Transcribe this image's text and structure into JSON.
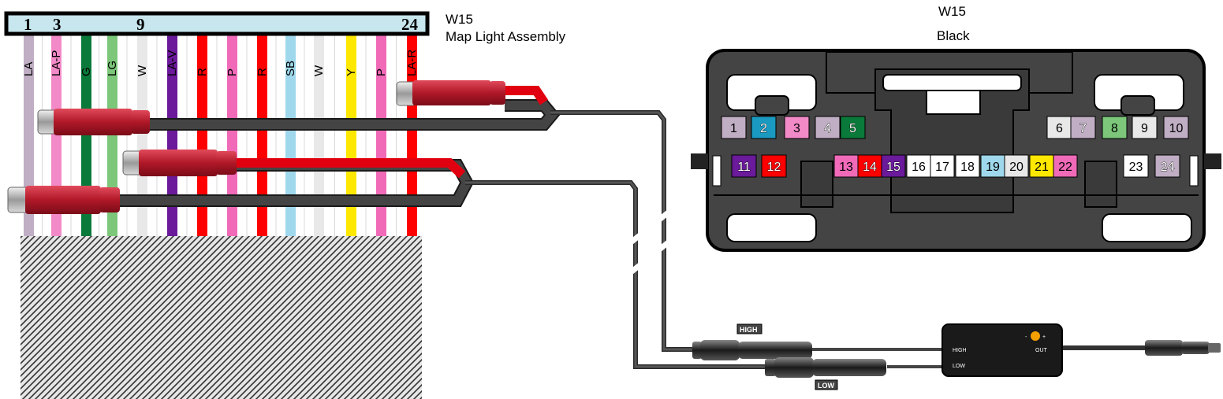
{
  "left_connector": {
    "title": "W15",
    "subtitle": "Map Light Assembly",
    "pin_numbers": [
      "1",
      "3",
      "9",
      "24"
    ],
    "wires": [
      {
        "label": "LA",
        "color": "#c0aec4"
      },
      {
        "label": "LA-P",
        "color": "#f28ac8"
      },
      {
        "label": "G",
        "color": "#0a7a3a"
      },
      {
        "label": "LG",
        "color": "#7cc77a"
      },
      {
        "label": "W",
        "color": "#e8e8e8"
      },
      {
        "label": "LA-V",
        "color": "#6a1a9a"
      },
      {
        "label": "R",
        "color": "#ff0000"
      },
      {
        "label": "P",
        "color": "#f06ab8"
      },
      {
        "label": "R",
        "color": "#ff0000"
      },
      {
        "label": "SB",
        "color": "#9fd8ec"
      },
      {
        "label": "W",
        "color": "#e8e8e8"
      },
      {
        "label": "Y",
        "color": "#ffe800"
      },
      {
        "label": "P",
        "color": "#f06ab8"
      },
      {
        "label": "LA-R",
        "color": "#ff0000"
      }
    ]
  },
  "right_connector": {
    "title": "W15",
    "subtitle": "Black",
    "pins": [
      {
        "n": "1",
        "color": "#c0aec4"
      },
      {
        "n": "2",
        "color": "#1a9ac0"
      },
      {
        "n": "3",
        "color": "#f28ac8"
      },
      {
        "n": "4",
        "color": "#c0aec4"
      },
      {
        "n": "5",
        "color": "#0a7a3a"
      },
      {
        "n": "6",
        "color": "#e8e8e8"
      },
      {
        "n": "7",
        "color": "#c0aec4"
      },
      {
        "n": "8",
        "color": "#7cc77a"
      },
      {
        "n": "9",
        "color": "#e8e8e8"
      },
      {
        "n": "10",
        "color": "#c0aec4"
      },
      {
        "n": "11",
        "color": "#6a1a9a"
      },
      {
        "n": "12",
        "color": "#ff0000"
      },
      {
        "n": "13",
        "color": "#f06ab8"
      },
      {
        "n": "14",
        "color": "#ff0000"
      },
      {
        "n": "15",
        "color": "#6a1a9a"
      },
      {
        "n": "16",
        "color": "#ffffff"
      },
      {
        "n": "17",
        "color": "#ffffff"
      },
      {
        "n": "18",
        "color": "#ffffff"
      },
      {
        "n": "19",
        "color": "#9fd8ec"
      },
      {
        "n": "20",
        "color": "#e8e8e8"
      },
      {
        "n": "21",
        "color": "#ffe800"
      },
      {
        "n": "22",
        "color": "#f06ab8"
      },
      {
        "n": "23",
        "color": "#ffffff"
      },
      {
        "n": "24",
        "color": "#c0aec4"
      }
    ]
  },
  "adapter": {
    "high_tag": "HIGH",
    "low_tag": "LOW",
    "box_high": "HIGH",
    "box_low": "LOW",
    "box_out": "OUT",
    "minus": "-",
    "plus": "+"
  }
}
